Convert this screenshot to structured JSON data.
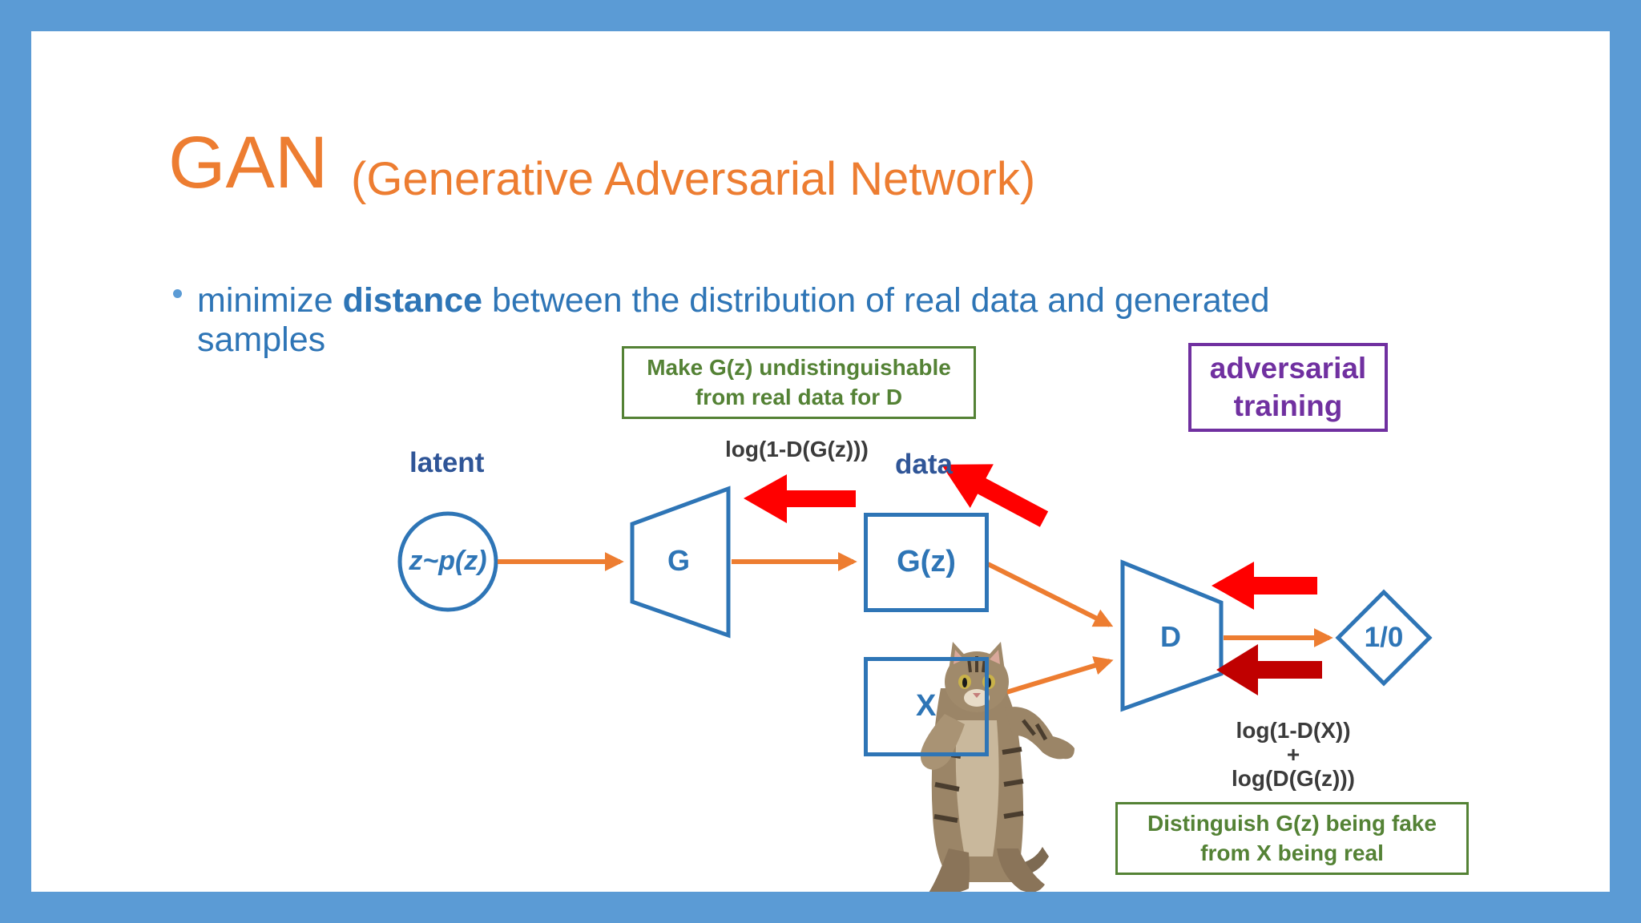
{
  "slide": {
    "title": "GAN",
    "subtitle": "(Generative Adversarial Network)",
    "bullet": {
      "before": "minimize ",
      "bold": "distance",
      "after": " between the distribution of real data and generated",
      "line2": "samples"
    }
  },
  "diagram": {
    "latent_label": "latent",
    "data_label": "data",
    "z_node": "z~p(z)",
    "generator": "G",
    "gz_node": "G(z)",
    "x_node": "X",
    "discriminator": "D",
    "output": "1/0",
    "g_loss": "log(1-D(G(z)))",
    "d_loss": {
      "line1": "log(1-D(X))",
      "line2": "+",
      "line3": "log(D(G(z)))"
    },
    "g_note": {
      "line1": "Make G(z) undistinguishable",
      "line2": "from real data for D"
    },
    "d_note": {
      "line1": "Distinguish G(z) being fake",
      "line2": "from X being real"
    },
    "adversarial_note": {
      "line1": "adversarial",
      "line2": "training"
    },
    "cat_image": "standing-tabby-cat-icon"
  },
  "colors": {
    "frame": "#5b9bd5",
    "title": "#ed7d31",
    "text_blue": "#2e75b6",
    "node_stroke": "#2e75b6",
    "flow_arrow": "#ed7d31",
    "gradient_arrow": "#ff0000",
    "gradient_arrow_dark": "#c00000",
    "note_green": "#548235",
    "note_purple": "#7030a0",
    "label_navy": "#2f5597"
  }
}
